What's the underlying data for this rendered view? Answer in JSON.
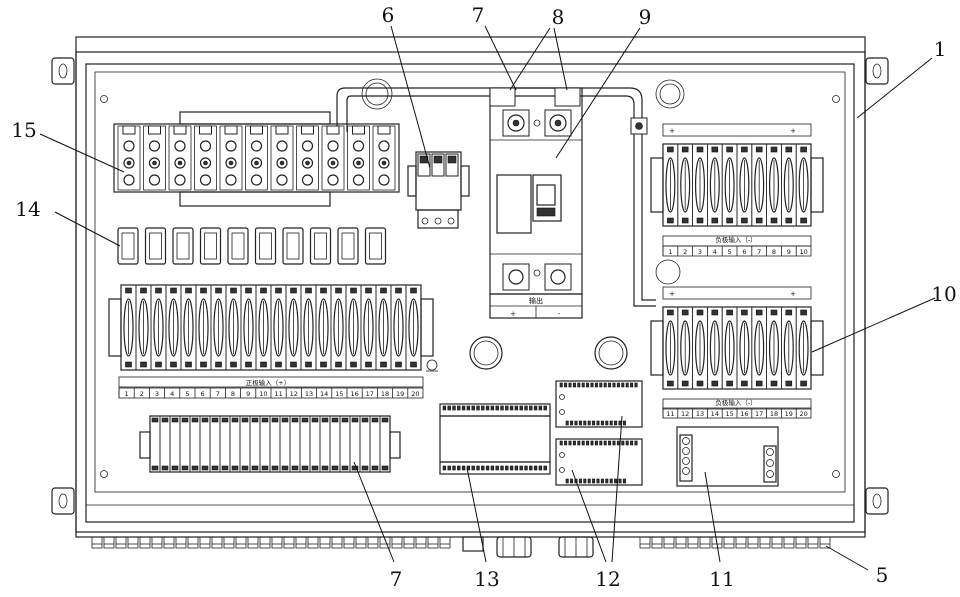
{
  "callouts": {
    "c1": "1",
    "c5": "5",
    "c6": "6",
    "c7a": "7",
    "c8": "8",
    "c9": "9",
    "c10": "10",
    "c11": "11",
    "c12": "12",
    "c13": "13",
    "c14": "14",
    "c15": "15",
    "c7b": "7"
  },
  "labels": {
    "positive_input": "正极输入（+）",
    "negative_input_top": "负极输入（-）",
    "negative_input_bottom": "负极输入（-）",
    "output": "输出",
    "plus": "+",
    "minus": "-"
  },
  "strips": {
    "positive_numbers": [
      "1",
      "2",
      "3",
      "4",
      "5",
      "6",
      "7",
      "8",
      "9",
      "10",
      "11",
      "12",
      "13",
      "14",
      "15",
      "16",
      "17",
      "18",
      "19",
      "20"
    ],
    "negative_top_numbers": [
      "1",
      "2",
      "3",
      "4",
      "5",
      "6",
      "7",
      "8",
      "9",
      "10"
    ],
    "negative_bottom_numbers": [
      "11",
      "12",
      "13",
      "14",
      "15",
      "16",
      "17",
      "18",
      "19",
      "20"
    ]
  }
}
